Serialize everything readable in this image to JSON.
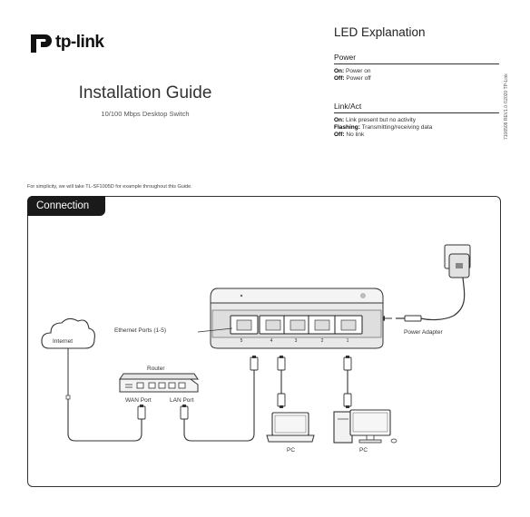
{
  "brand": {
    "name": "tp-link"
  },
  "header": {
    "title": "Installation Guide",
    "subtitle": "10/100 Mbps Desktop Switch"
  },
  "led": {
    "title": "LED Explanation",
    "power": {
      "heading": "Power",
      "lines": [
        {
          "key": "On:",
          "text": " Power on"
        },
        {
          "key": "Off:",
          "text": " Power off"
        }
      ]
    },
    "link": {
      "heading": "Link/Act",
      "lines": [
        {
          "key": "On:",
          "text": " Link present but no activity"
        },
        {
          "key": "Flashing:",
          "text": " Transmitting/receiving data"
        },
        {
          "key": "Off:",
          "text": " No link"
        }
      ]
    }
  },
  "side_code": "7106509 REV1.0  ©2020 TP-Link",
  "note": "For simplicity, we will take TL-SF1005D for example throughout this Guide.",
  "connection": {
    "tab": "Connection",
    "internet": "Internet",
    "router": "Router",
    "wan_port": "WAN Port",
    "lan_port": "LAN Port",
    "ethernet_ports": "Ethernet Ports (1-5)",
    "port_numbers": [
      "5",
      "4",
      "3",
      "2",
      "1"
    ],
    "power_adapter": "Power Adapter",
    "pc_laptop": "PC",
    "pc_desktop": "PC"
  }
}
